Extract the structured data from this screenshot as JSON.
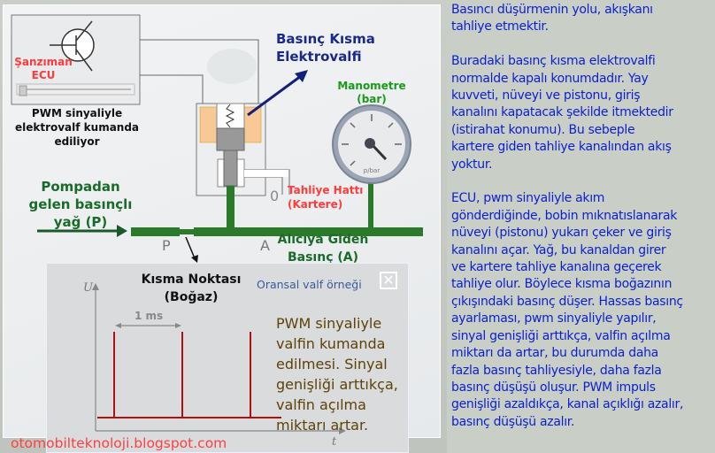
{
  "diagram": {
    "valve_title": [
      "Basınç Kısma",
      "Elektrovalfi"
    ],
    "manometer": [
      "Manometre",
      "(bar)"
    ],
    "gauge_label": "p/bar",
    "ecu": [
      "Şanzıman",
      "ECU"
    ],
    "ecu_caption": [
      "PWM sinyaliyle",
      "elektrovalf kumanda",
      "ediliyor"
    ],
    "pump": [
      "Pompadan",
      "gelen basınçlı",
      "yağ (P)"
    ],
    "drain_port": "0",
    "drain": [
      "Tahliye Hattı",
      "(Kartere)"
    ],
    "port_p": "P",
    "port_a": "A",
    "outlet": [
      "Alıcıya Giden",
      "Basınç  (A)"
    ],
    "throttle": [
      "Kısma Noktası",
      "(Boğaz)"
    ]
  },
  "popup": {
    "title": "Oransal valf örneği",
    "axis_u": "U",
    "axis_t": "t",
    "period": "1 ms",
    "text": [
      "PWM sinyaliyle",
      "valfin kumanda",
      "edilmesi. Sinyal",
      "genişliği arttıkça,",
      "valfin açılma",
      "miktarı artar."
    ]
  },
  "watermark": "otomobilteknoloji.blogspot.com",
  "explanation": [
    [
      "Basıncı düşürmenin yolu, akışkanı",
      "tahliye etmektir."
    ],
    [
      "Buradaki basınç kısma elektrovalfi",
      "normalde kapalı konumdadır. Yay",
      "kuvveti, nüveyi ve pistonu, giriş",
      "kanalını kapatacak şekilde itmektedir",
      "(istirahat konumu). Bu sebeple",
      "kartere giden tahliye kanalından akış",
      "yoktur."
    ],
    [
      "ECU, pwm sinyaliyle akım",
      "gönderdiğinde, bobin mıknatıslanarak",
      "nüveyi (pistonu) yukarı çeker ve giriş",
      "kanalını açar. Yağ, bu kanaldan girer",
      "ve kartere tahliye kanalına geçerek",
      "tahliye olur. Böylece kısma boğazının",
      "çıkışındaki basınç düşer. Hassas basınç",
      "ayarlaması, pwm sinyaliyle yapılır,",
      "sinyal genişliği arttıkça, valfin açılma",
      "miktarı da artar, bu durumda daha",
      "fazla basınç tahliyesiyle, daha fazla",
      "basınç düşüşü oluşur. PWM impuls",
      "genişliği azaldıkça, kanal açıklığı azalır,",
      "basınç düşüşü azalır."
    ]
  ]
}
